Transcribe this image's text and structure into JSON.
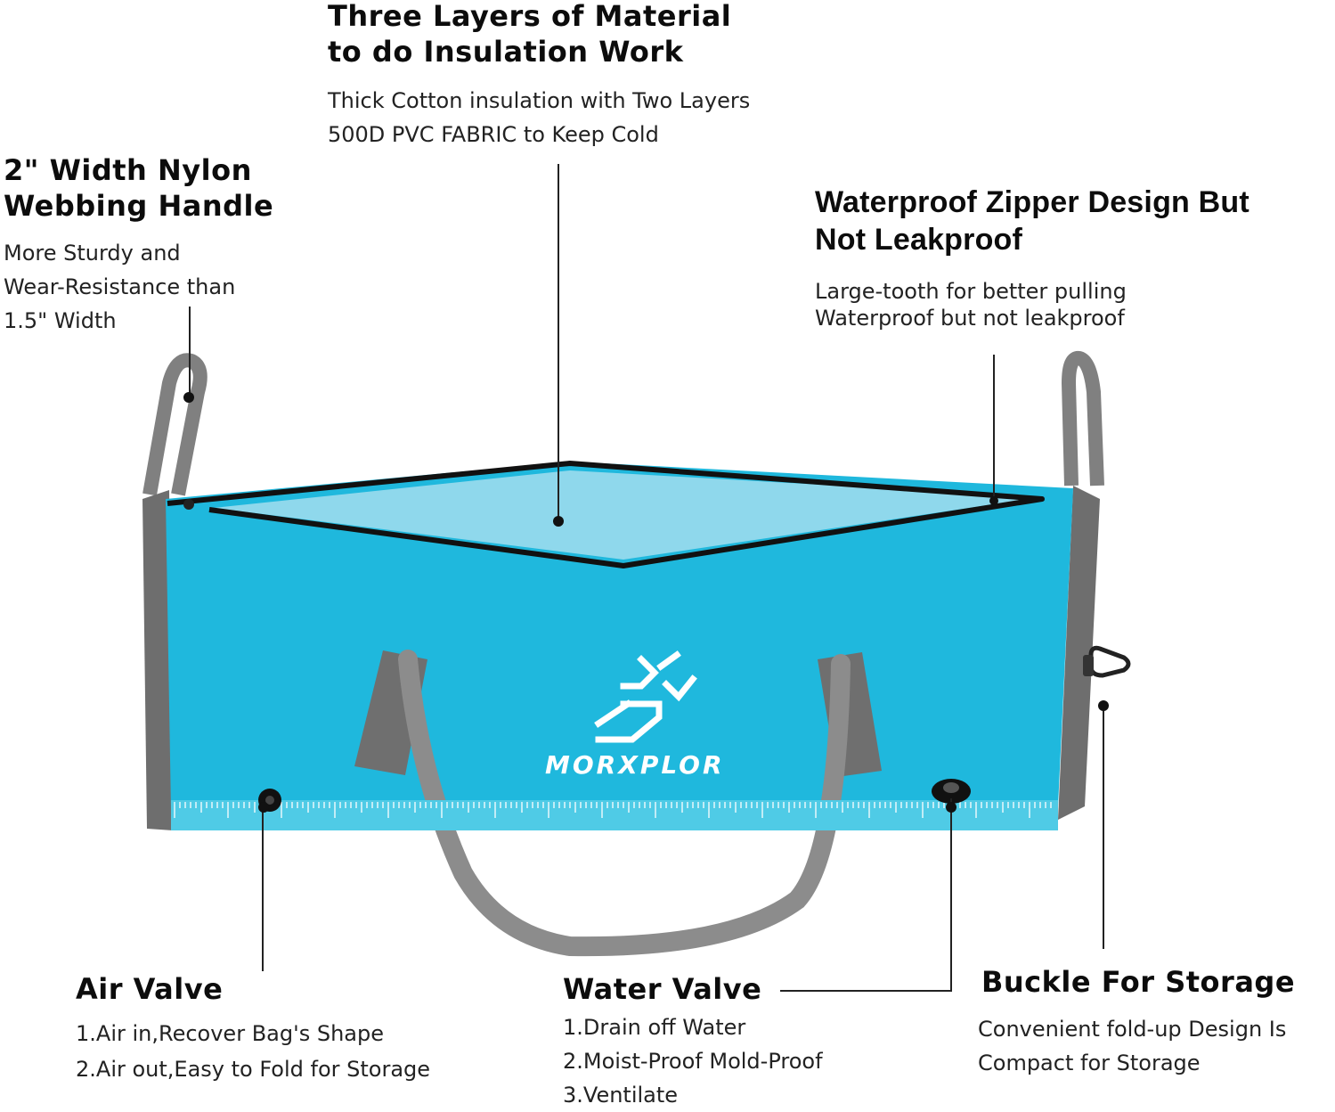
{
  "colors": {
    "bag": "#1fb8dd",
    "trim": "#707070",
    "strap": "#8a8a8a",
    "zipper": "#111111",
    "text": "#0c0c0c"
  },
  "brand": {
    "logo_text": "MORXPLOR",
    "logo_icon": "running-figure-logo-icon"
  },
  "callouts": {
    "insulation": {
      "title": [
        "Three Layers of Material",
        "to do Insulation Work"
      ],
      "lines": [
        "Thick Cotton insulation with Two Layers",
        "500D PVC FABRIC to Keep Cold"
      ]
    },
    "handle": {
      "title": [
        "2\" Width Nylon",
        "Webbing Handle"
      ],
      "lines": [
        "More Sturdy and",
        "Wear-Resistance than",
        "1.5\" Width"
      ]
    },
    "zipper": {
      "title": [
        "Waterproof Zipper Design But",
        "Not Leakproof"
      ],
      "lines": [
        "Large-tooth for better pulling",
        "Waterproof but not leakproof"
      ]
    },
    "air_valve": {
      "title": "Air Valve",
      "lines": [
        "1.Air in,Recover Bag's Shape",
        "2.Air out,Easy to Fold for Storage"
      ]
    },
    "water_valve": {
      "title": "Water Valve",
      "lines": [
        "1.Drain off Water",
        "2.Moist-Proof Mold-Proof",
        "3.Ventilate"
      ]
    },
    "buckle": {
      "title": "Buckle For Storage",
      "lines": [
        "Convenient fold-up Design Is",
        "Compact for Storage"
      ]
    }
  }
}
